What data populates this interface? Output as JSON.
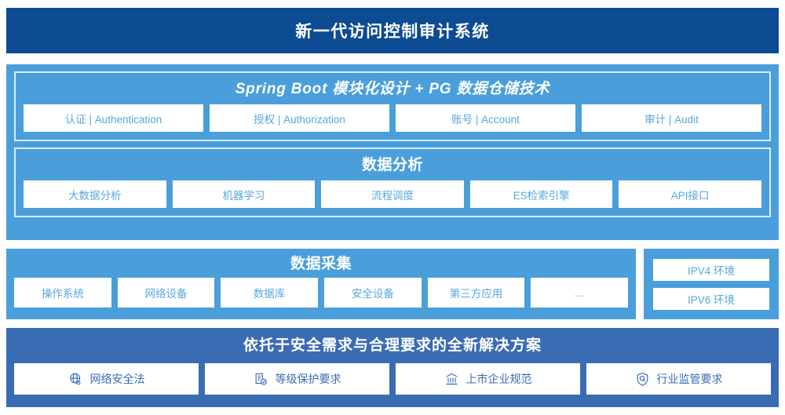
{
  "header": {
    "title": "新一代访问控制审计系统"
  },
  "colors": {
    "header_bg": "#0d4b92",
    "panel_blue": "#4a9fdb",
    "footer_blue": "#3a6cb4",
    "card_bg": "#ffffff",
    "card_text": "#57a8dd",
    "inner_border": "#d9ecf9"
  },
  "platform": {
    "title": "Spring Boot 模块化设计 + PG 数据仓储技术",
    "items": [
      {
        "label": "认证 | Authentication"
      },
      {
        "label": "授权 | Authorization"
      },
      {
        "label": "账号 | Account"
      },
      {
        "label": "审计 | Audit"
      }
    ]
  },
  "analysis": {
    "title": "数据分析",
    "items": [
      {
        "label": "大数据分析"
      },
      {
        "label": "机器学习"
      },
      {
        "label": "流程调度"
      },
      {
        "label": "ES检索引擎"
      },
      {
        "label": "API接口"
      }
    ]
  },
  "collection": {
    "title": "数据采集",
    "items": [
      {
        "label": "操作系统"
      },
      {
        "label": "网络设备"
      },
      {
        "label": "数据库"
      },
      {
        "label": "安全设备"
      },
      {
        "label": "第三方应用"
      },
      {
        "label": "…"
      }
    ]
  },
  "environment": {
    "items": [
      {
        "label": "IPV4 环境"
      },
      {
        "label": "IPV6 环境"
      }
    ]
  },
  "compliance": {
    "title": "依托于安全需求与合理要求的全新解决方案",
    "items": [
      {
        "label": "网络安全法",
        "icon": "globe-icon"
      },
      {
        "label": "等级保护要求",
        "icon": "document-check-icon"
      },
      {
        "label": "上市企业规范",
        "icon": "bank-icon"
      },
      {
        "label": "行业监管要求",
        "icon": "shield-search-icon"
      }
    ]
  }
}
